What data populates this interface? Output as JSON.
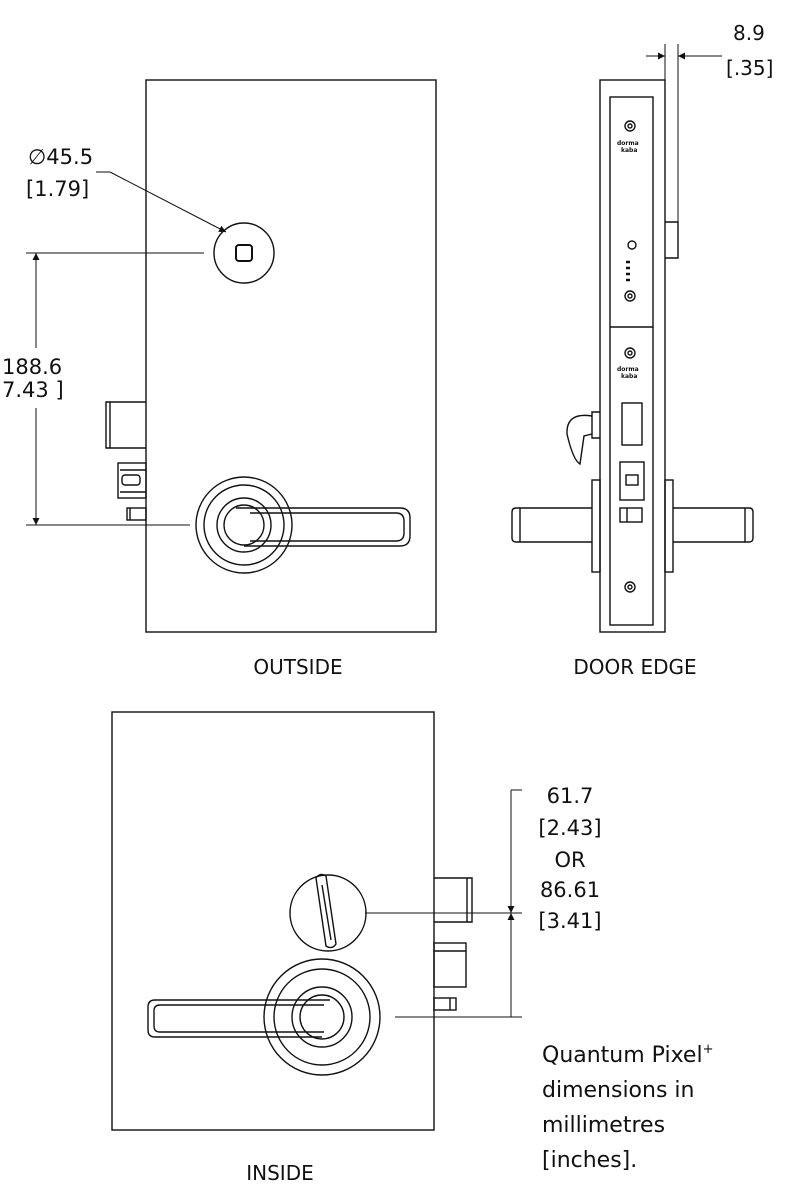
{
  "views": {
    "outside": "OUTSIDE",
    "door_edge": "DOOR EDGE",
    "inside": "INSIDE"
  },
  "dimensions": {
    "reader_diameter": {
      "prefix": "∅",
      "mm": "45.5",
      "in": "1.79"
    },
    "reader_to_lever": {
      "mm": "188.6",
      "in": "7.43"
    },
    "faceplate_projection": {
      "mm": "8.9",
      "in": ".35"
    },
    "thumbturn_to_lever": {
      "line1": "61.7",
      "line2": "[2.43]",
      "line3": "OR",
      "line4": "86.61",
      "line5": "[3.41]"
    }
  },
  "faceplate_brand": {
    "line1": "dorma",
    "line2": "kaba"
  },
  "note": {
    "line1": "Quantum Pixel",
    "sup": "+",
    "line2": "dimensions in",
    "line3": "millimetres",
    "line4": "[inches]."
  }
}
